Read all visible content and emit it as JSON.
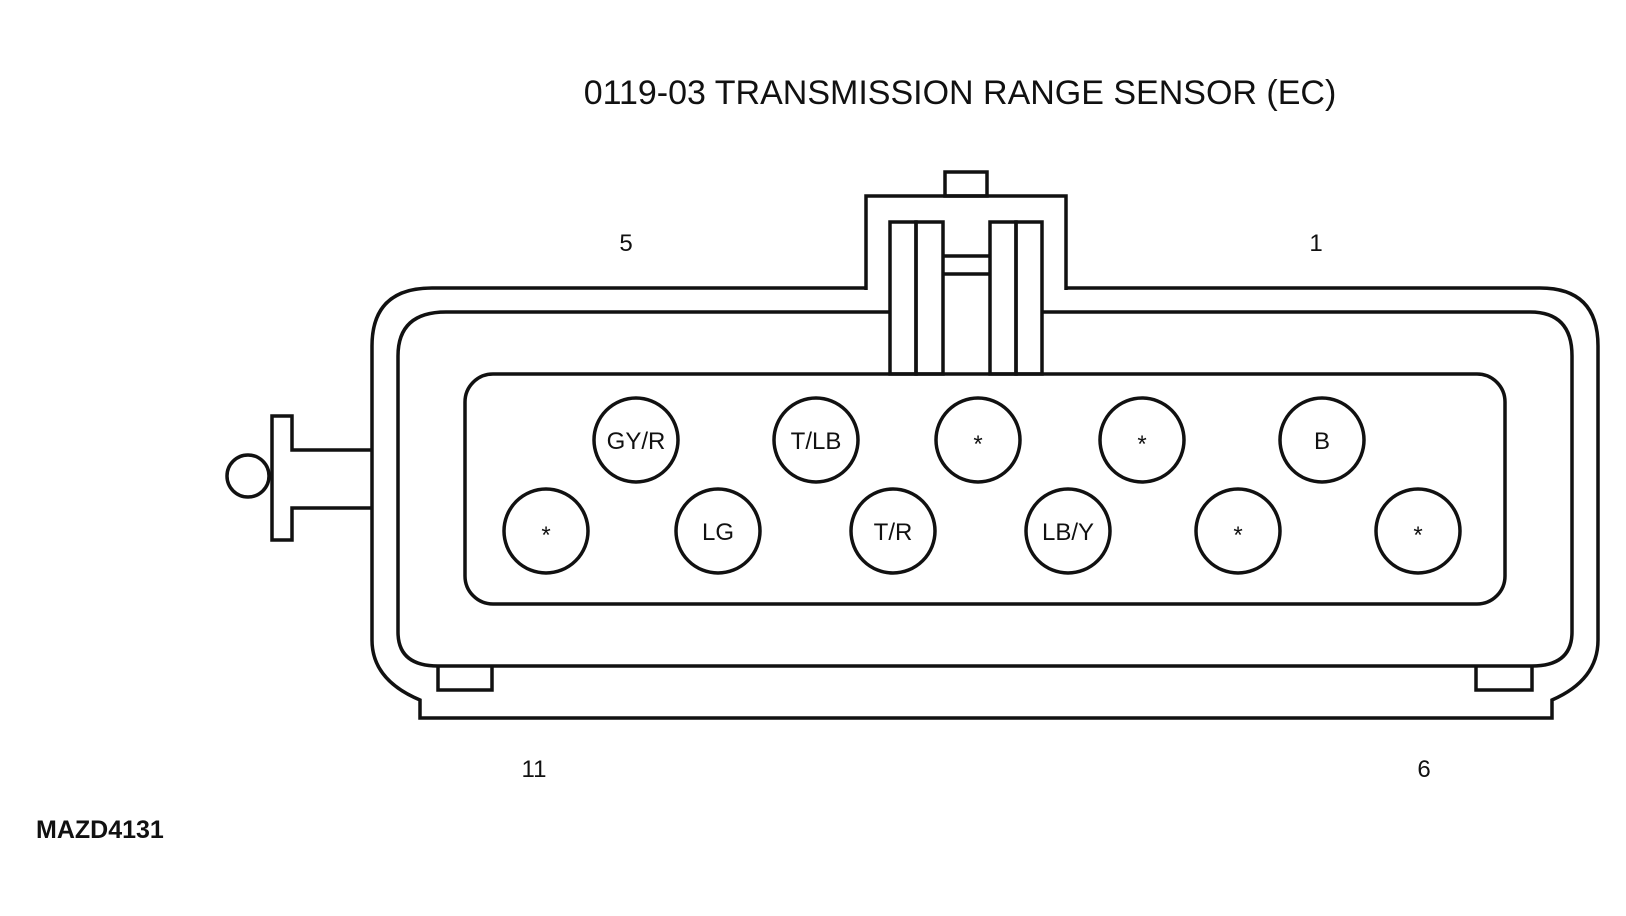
{
  "title": "0119-03 TRANSMISSION RANGE SENSOR (EC)",
  "figure_code": "MAZD4131",
  "pin_numbers": {
    "top_left": "5",
    "top_right": "1",
    "bottom_left": "11",
    "bottom_right": "6"
  },
  "top_row_pins": [
    {
      "wire": "GY/R"
    },
    {
      "wire": "T/LB"
    },
    {
      "wire": "*"
    },
    {
      "wire": "*"
    },
    {
      "wire": "B"
    }
  ],
  "bottom_row_pins": [
    {
      "wire": "*"
    },
    {
      "wire": "LG"
    },
    {
      "wire": "T/R"
    },
    {
      "wire": "LB/Y"
    },
    {
      "wire": "*"
    },
    {
      "wire": "*"
    }
  ],
  "line_color": "#111111"
}
